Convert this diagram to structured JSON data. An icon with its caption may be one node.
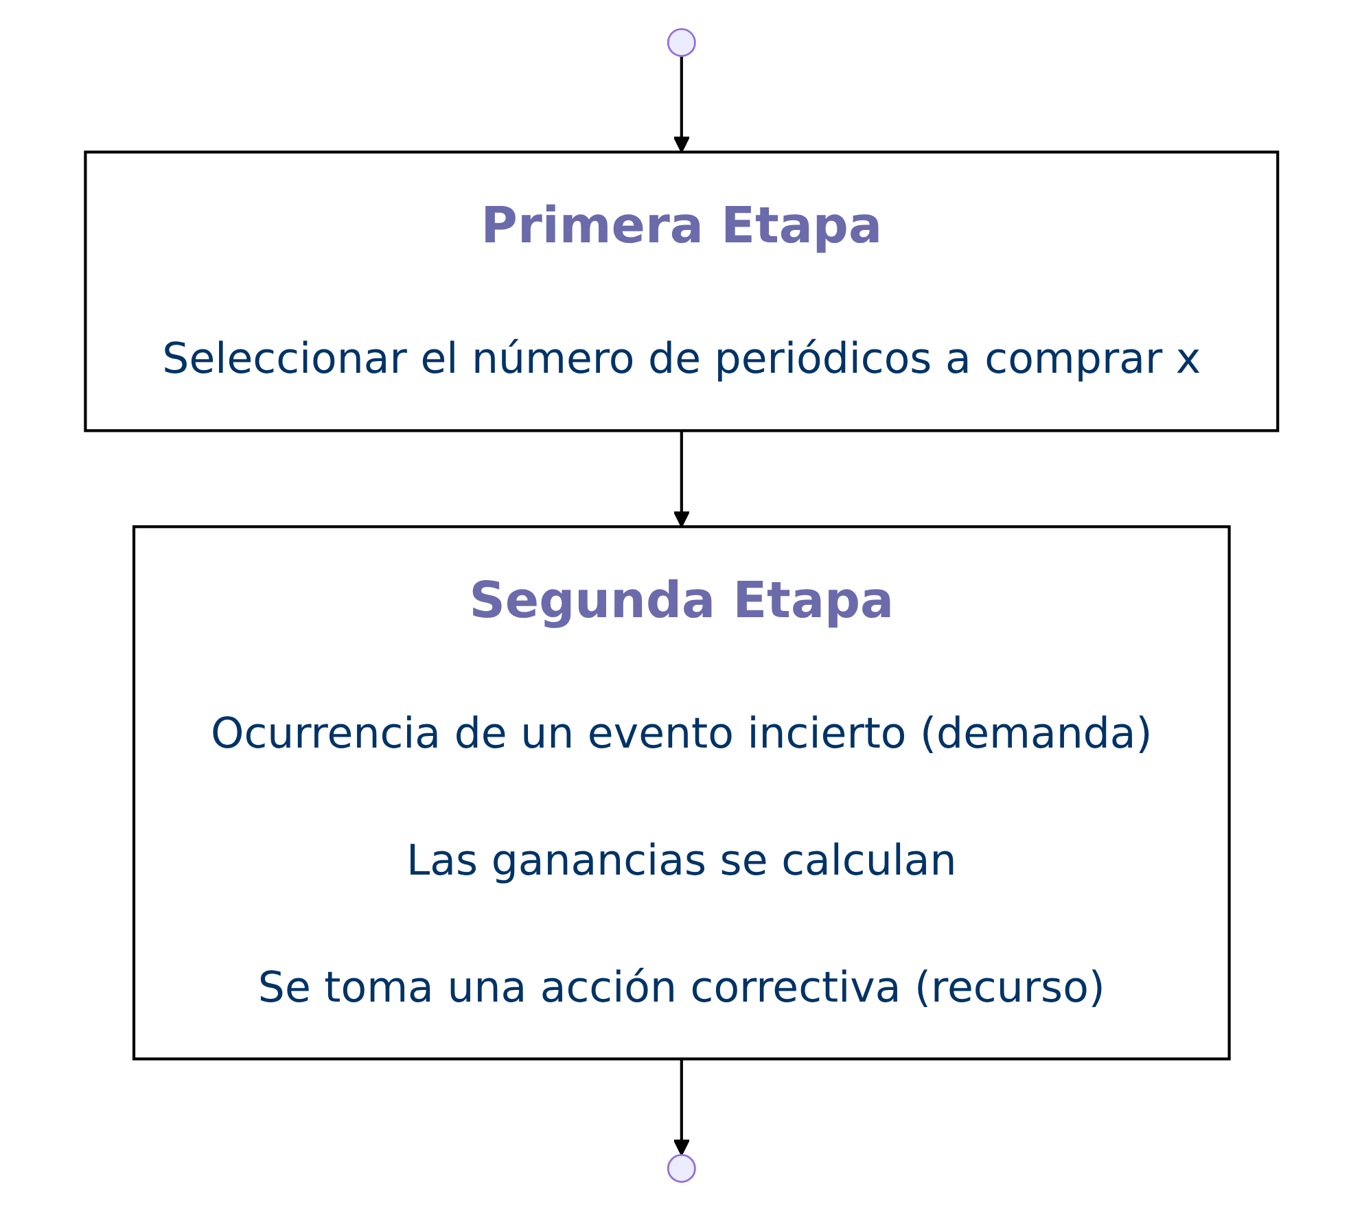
{
  "diagram": {
    "nodes": [
      {
        "text": [
          "Primera Etapa",
          "Seleccionar el número de periódicos a comprar x"
        ]
      },
      {
        "text": [
          "Segunda Etapa",
          "Ocurrencia de un evento incierto (demanda)",
          "Las ganancias se calculan",
          "Se toma una acción correctiva (recurso)"
        ]
      }
    ],
    "edges": [
      {
        "from": null,
        "to": 0,
        "arrow": "to"
      },
      {
        "from": 0,
        "to": 1,
        "arrow": "to"
      },
      {
        "from": 1,
        "to": null,
        "arrow": "to"
      }
    ]
  }
}
